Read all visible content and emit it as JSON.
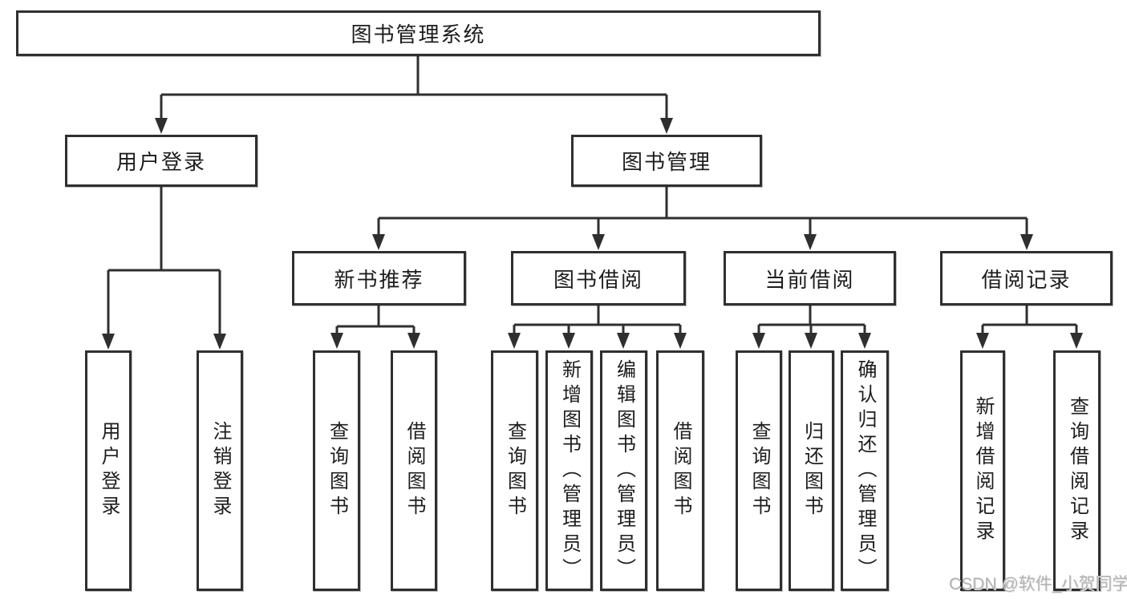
{
  "diagram": {
    "type": "hierarchy-flowchart",
    "colors": {
      "background": "#ffffff",
      "line": "#2f2f2f",
      "box_border": "#2f2f2f",
      "text": "#1d1d1d",
      "watermark_text_color": "#b3b3b3"
    },
    "tree": {
      "root": {
        "label": "图书管理系统"
      },
      "level2": [
        {
          "label": "用户登录",
          "children": [
            {
              "label": "用户登录"
            },
            {
              "label": "注销登录"
            }
          ]
        },
        {
          "label": "图书管理",
          "children": [
            {
              "label": "新书推荐",
              "children": [
                {
                  "label": "查询图书"
                },
                {
                  "label": "借阅图书"
                }
              ]
            },
            {
              "label": "图书借阅",
              "children": [
                {
                  "label": "查询图书"
                },
                {
                  "label": "新增图书（管理员）"
                },
                {
                  "label": "编辑图书（管理员）"
                },
                {
                  "label": "借阅图书"
                }
              ]
            },
            {
              "label": "当前借阅",
              "children": [
                {
                  "label": "查询图书"
                },
                {
                  "label": "归还图书"
                },
                {
                  "label": "确认归还（管理员）"
                }
              ]
            },
            {
              "label": "借阅记录",
              "children": [
                {
                  "label": "新增借阅记录"
                },
                {
                  "label": "查询借阅记录"
                }
              ]
            }
          ]
        }
      ]
    }
  },
  "watermark": {
    "text": "CSDN @软件_小贺同学"
  }
}
